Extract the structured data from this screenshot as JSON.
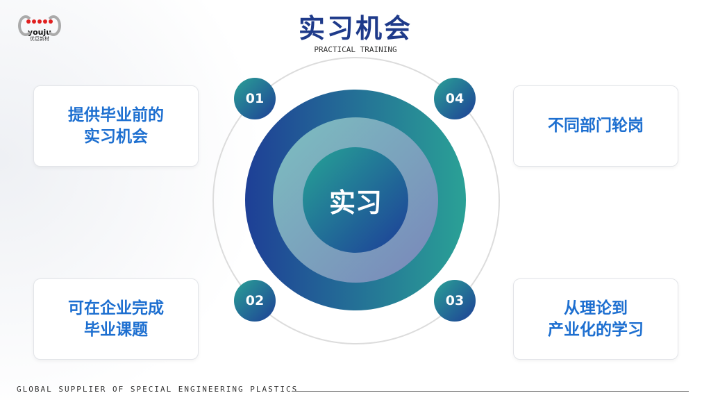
{
  "logo": {
    "en": "youju",
    "cn": "优巨新材"
  },
  "title": "实习机会",
  "subtitle": "PRACTICAL TRAINING",
  "center": "实习",
  "items": [
    {
      "num": "01",
      "line1": "提供毕业前的",
      "line2": "实习机会"
    },
    {
      "num": "02",
      "line1": "可在企业完成",
      "line2": "毕业课题"
    },
    {
      "num": "03",
      "line1": "从理论到",
      "line2": "产业化的学习"
    },
    {
      "num": "04",
      "line1": "不同部门轮岗",
      "line2": ""
    }
  ],
  "footer": "GLOBAL SUPPLIER OF SPECIAL ENGINEERING PLASTICS"
}
